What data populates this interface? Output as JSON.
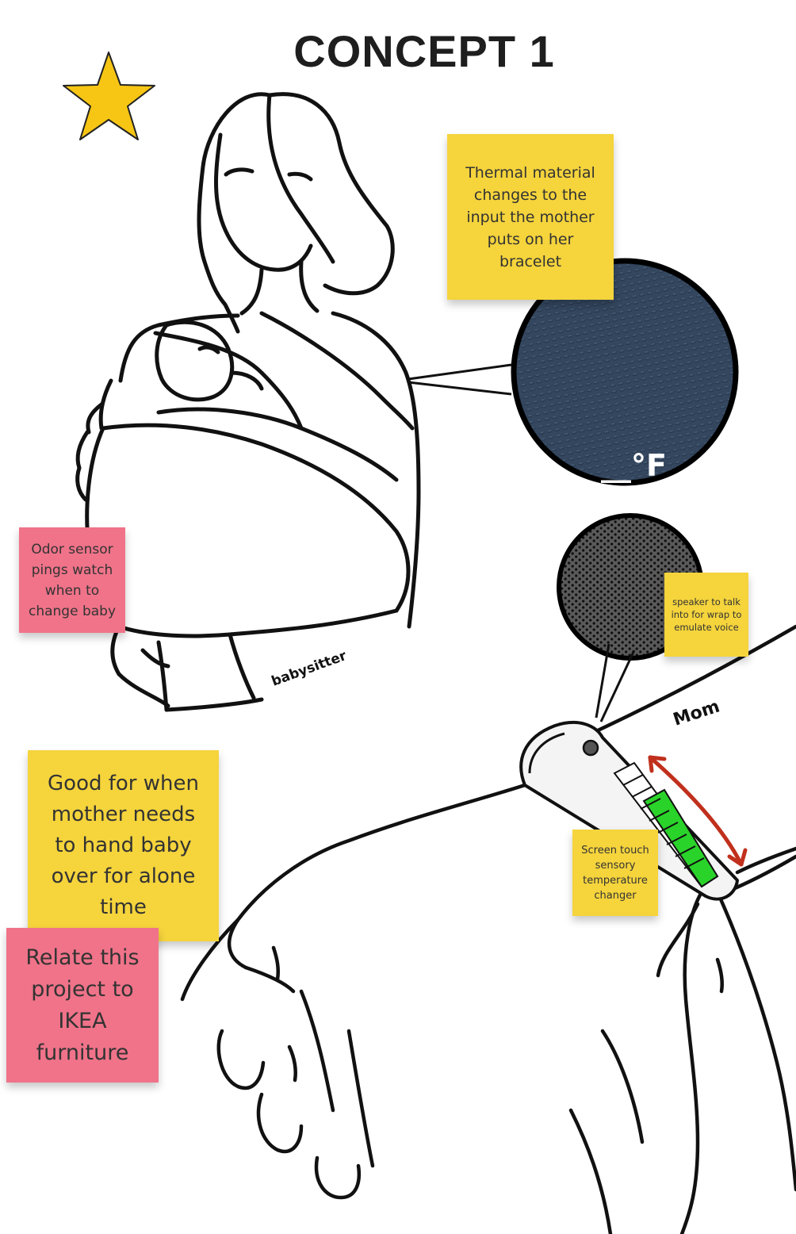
{
  "title": "CONCEPT 1",
  "notes": {
    "thermal": "Thermal material changes to the input the mother puts on her bracelet",
    "odor": "Odor sensor pings watch when to change baby",
    "speaker": "speaker to talk into for wrap to emulate voice",
    "screen": "Screen touch sensory temperature changer",
    "good_for": "Good for when mother needs to hand baby over for alone time",
    "ikea": "Relate this project to IKEA furniture"
  },
  "labels": {
    "temperature_unit": "__°F",
    "sleeve_text": "babysitter",
    "wrist_text": "Mom"
  },
  "colors": {
    "star": "#f7c614",
    "sticky_yellow": "#f5d43c",
    "sticky_pink": "#f07389",
    "fabric": "#34475f",
    "mesh": "#2a2a2a",
    "slider_green": "#2ad32a",
    "arrow_red": "#c0301c"
  },
  "icons": [
    "star-icon",
    "thermal-fabric-swatch",
    "speaker-mesh-swatch",
    "bracelet",
    "double-arrow-icon"
  ]
}
